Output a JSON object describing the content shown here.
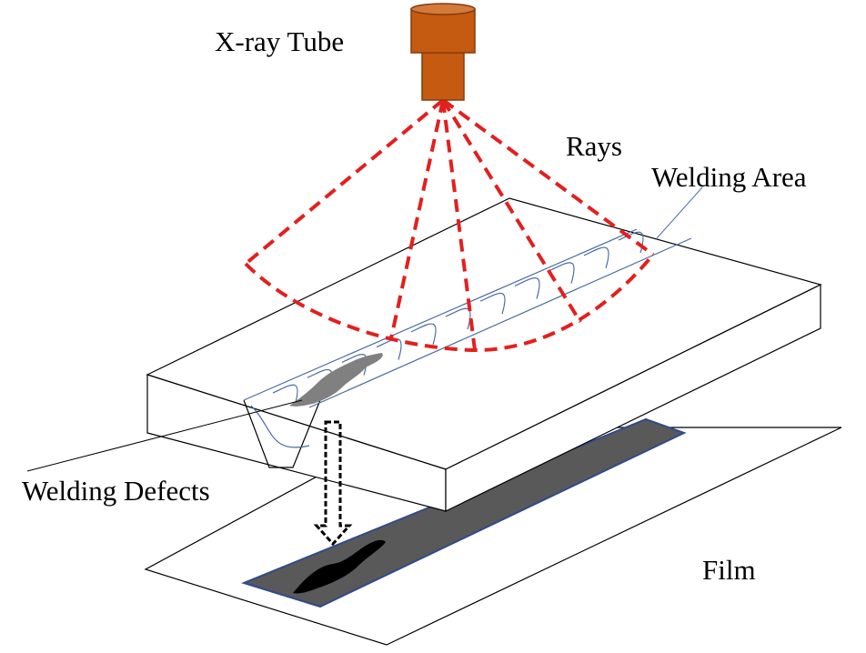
{
  "labels": {
    "xray_tube": "X-ray Tube",
    "rays": "Rays",
    "welding_area": "Welding Area",
    "welding_defects": "Welding Defects",
    "film": "Film"
  },
  "colors": {
    "tube": "#c55a11",
    "tube_stroke": "#843c0c",
    "rays": "#e31f1f",
    "weld_bead": "#4a6aa3",
    "film_strip": "#595959",
    "film_strip_edge": "#2f4b8a",
    "defect": "#808080",
    "defect_image": "#000000",
    "outline": "#000000"
  }
}
